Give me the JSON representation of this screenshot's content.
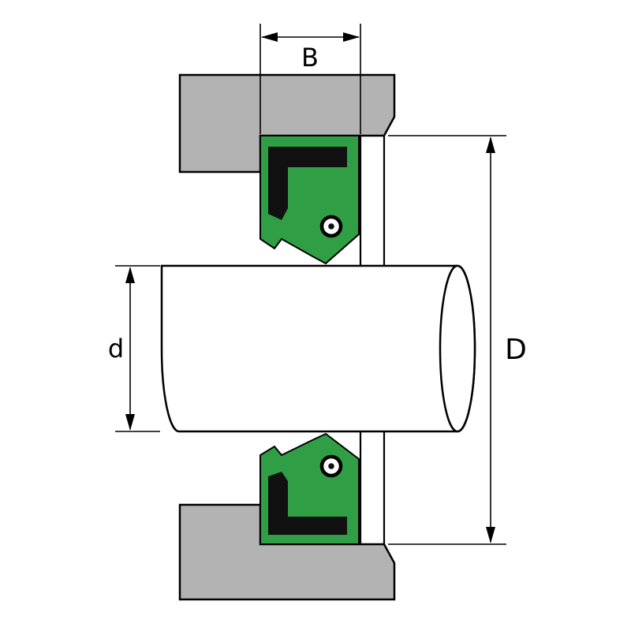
{
  "diagram": {
    "dimensions": {
      "seal_width_label": "B",
      "shaft_diameter_label": "d",
      "outer_diameter_label": "D"
    },
    "colors": {
      "background": "#ffffff",
      "housing": "#b3b3b3",
      "seal_rubber": "#2f9e44",
      "seal_insert": "#111111",
      "spring_center": "#111111",
      "shaft": "#ffffff"
    }
  }
}
